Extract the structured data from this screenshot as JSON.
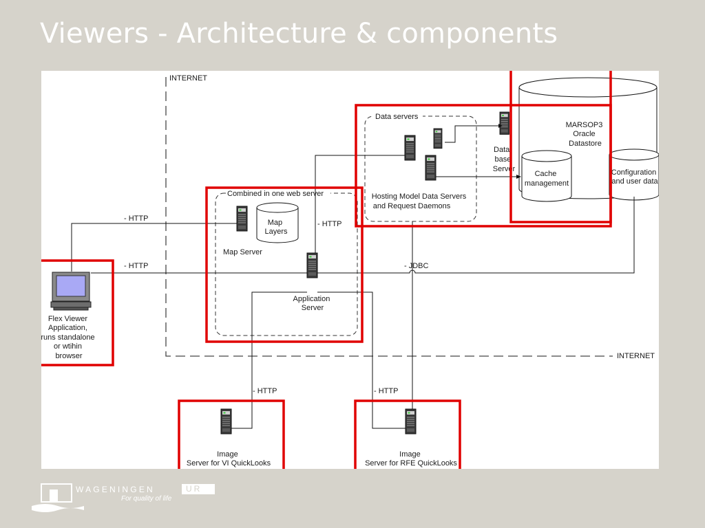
{
  "slide": {
    "title": "Viewers - Architecture & components"
  },
  "diagram": {
    "zone_labels": {
      "internet_top": "INTERNET",
      "internet_bottom": "INTERNET"
    },
    "groups": {
      "web_server": "Combined in one web server",
      "data_servers": "Data servers"
    },
    "nodes": {
      "map_server": "Map Server",
      "map_layers": [
        "Map",
        "Layers"
      ],
      "application_server": [
        "Application",
        "Server"
      ],
      "hosting_model": [
        "Hosting Model Data Servers",
        "and Request Daemons"
      ],
      "database_server": [
        "Data-",
        "base",
        "Server"
      ],
      "oracle_datastore": [
        "MARSOP3",
        "Oracle",
        "Datastore"
      ],
      "cache": [
        "Cache",
        "management"
      ],
      "config": [
        "Configuration",
        "and user data"
      ],
      "flex_viewer": [
        "Flex Viewer",
        "Application,",
        "runs standalone",
        "or wtihin",
        "browser"
      ],
      "image_vi": [
        "Image",
        "Server for VI QuickLooks"
      ],
      "image_rfe": [
        "Image",
        "Server for RFE QuickLooks"
      ]
    },
    "connections": {
      "http_top": "- HTTP",
      "http_mid": "- HTTP",
      "http_app": "- HTTP",
      "jdbc": "- JDBC",
      "http_vi": "- HTTP",
      "http_rfe": "- HTTP"
    },
    "highlight_color": "#e00000"
  },
  "footer": {
    "brand": "WAGENINGEN",
    "brand_box": "UR",
    "tagline": "For quality of life"
  }
}
